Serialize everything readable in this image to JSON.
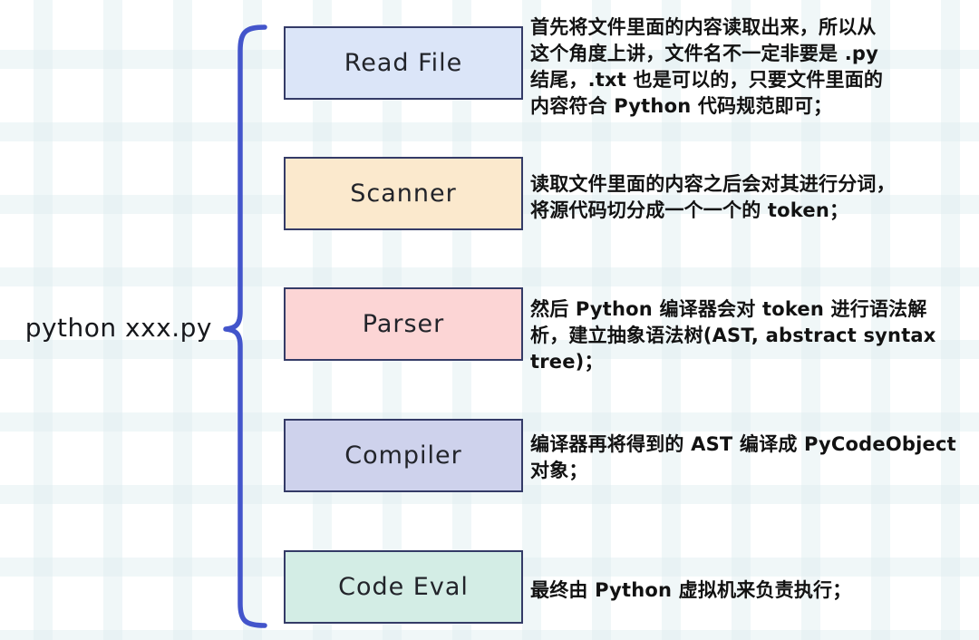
{
  "diagram": {
    "title_note": "",
    "command_label": "python xxx.py",
    "brace_color": "#4355cb",
    "box_border_color": "#343b67",
    "stages": [
      {
        "label": "Read File",
        "fill": "#dbe5f8",
        "description": [
          "首先将文件里面的内容读取出来，所以从",
          "这个角度上讲，文件名不一定非要是 .py",
          "结尾，.txt 也是可以的，只要文件里面的",
          "内容符合 Python 代码规范即可；"
        ]
      },
      {
        "label": "Scanner",
        "fill": "#fbe9cd",
        "description": [
          "读取文件里面的内容之后会对其进行分词，",
          "将源代码切分成一个一个的 token；"
        ]
      },
      {
        "label": "Parser",
        "fill": "#fcd5d5",
        "description": [
          "然后 Python 编译器会对 token 进行语法解",
          "析，建立抽象语法树(AST, abstract syntax",
          "tree)；"
        ]
      },
      {
        "label": "Compiler",
        "fill": "#ced2ec",
        "description": [
          "编译器再将得到的 AST 编译成 PyCodeObject",
          "对象；"
        ]
      },
      {
        "label": "Code Eval",
        "fill": "#d3ede5",
        "description": [
          "最终由 Python 虚拟机来负责执行；"
        ]
      }
    ]
  }
}
